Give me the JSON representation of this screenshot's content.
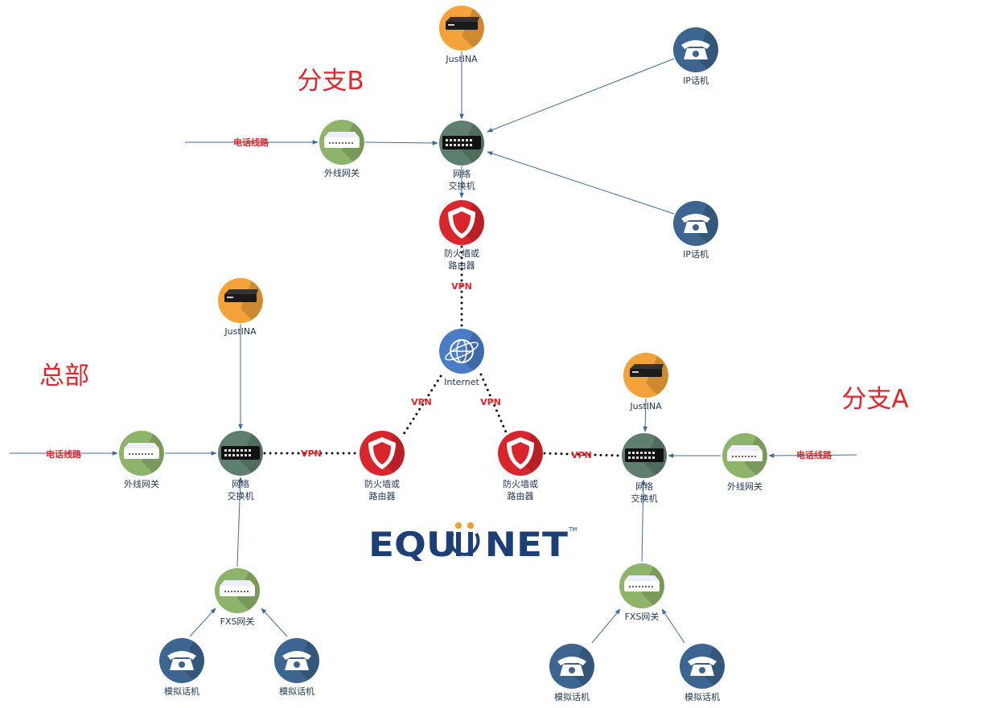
{
  "regions": {
    "branch_b": "分支B",
    "hq": "总部",
    "branch_a": "分支A"
  },
  "link_labels": {
    "phone_line": "电话线路",
    "vpn": "VPN"
  },
  "logo": {
    "text": "EQUIINET",
    "tm": "TM"
  },
  "colors": {
    "justina": "#f3a33a",
    "switch": "#5f7f6e",
    "gateway": "#8db46a",
    "firewall": "#d9262c",
    "phone": "#3c6591",
    "internet": "#4a7dc6",
    "link": "#3d6a9b",
    "accent": "#e3262b"
  },
  "nodes": {
    "b_justina": {
      "label": [
        "JustINA"
      ],
      "icon": "server-appliance-icon"
    },
    "b_ipphone1": {
      "label": [
        "IP话机"
      ],
      "icon": "telephone-icon"
    },
    "b_switch": {
      "label": [
        "网络",
        "交换机"
      ],
      "icon": "network-switch-icon"
    },
    "b_gateway": {
      "label": [
        "外线网关"
      ],
      "icon": "gateway-icon"
    },
    "b_ipphone2": {
      "label": [
        "IP话机"
      ],
      "icon": "telephone-icon"
    },
    "b_firewall": {
      "label": [
        "防火墙或",
        "路由器"
      ],
      "icon": "firewall-shield-icon"
    },
    "internet": {
      "label": [
        "Internet"
      ],
      "icon": "globe-icon"
    },
    "hq_justina": {
      "label": [
        "JustINA"
      ],
      "icon": "server-appliance-icon"
    },
    "hq_gateway": {
      "label": [
        "外线网关"
      ],
      "icon": "gateway-icon"
    },
    "hq_switch": {
      "label": [
        "网络",
        "交换机"
      ],
      "icon": "network-switch-icon"
    },
    "hq_firewall": {
      "label": [
        "防火墙或",
        "路由器"
      ],
      "icon": "firewall-shield-icon"
    },
    "hq_fxs": {
      "label": [
        "FXS网关"
      ],
      "icon": "gateway-icon"
    },
    "hq_phone1": {
      "label": [
        "模拟话机"
      ],
      "icon": "telephone-icon"
    },
    "hq_phone2": {
      "label": [
        "模拟话机"
      ],
      "icon": "telephone-icon"
    },
    "a_firewall": {
      "label": [
        "防火墙或",
        "路由器"
      ],
      "icon": "firewall-shield-icon"
    },
    "a_switch": {
      "label": [
        "网络",
        "交换机"
      ],
      "icon": "network-switch-icon"
    },
    "a_justina": {
      "label": [
        "JustINA"
      ],
      "icon": "server-appliance-icon"
    },
    "a_gateway": {
      "label": [
        "外线网关"
      ],
      "icon": "gateway-icon"
    },
    "a_fxs": {
      "label": [
        "FXS网关"
      ],
      "icon": "gateway-icon"
    },
    "a_phone1": {
      "label": [
        "模拟话机"
      ],
      "icon": "telephone-icon"
    },
    "a_phone2": {
      "label": [
        "模拟话机"
      ],
      "icon": "telephone-icon"
    }
  }
}
